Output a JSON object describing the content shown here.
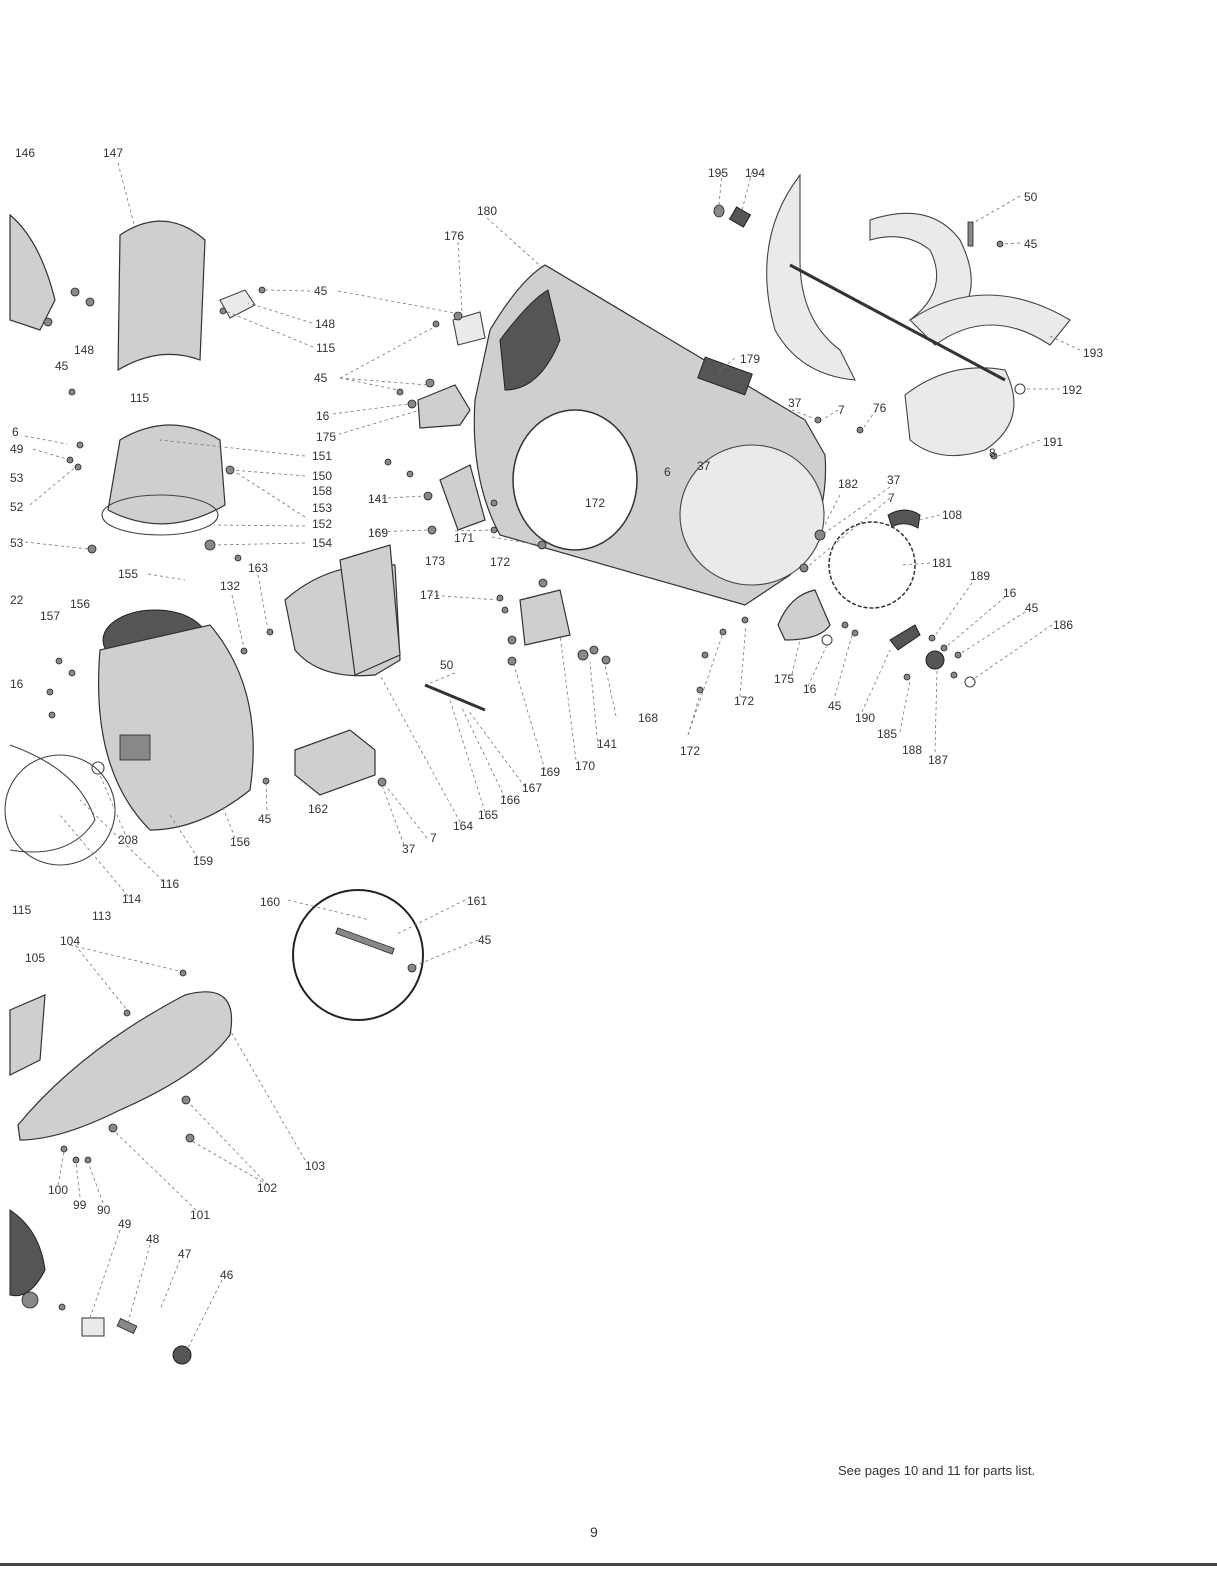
{
  "labels": {
    "l146": "146",
    "l147": "147",
    "l148a": "148",
    "l45a": "45",
    "l115a": "115",
    "l45b": "45",
    "l148b": "148",
    "l115b": "115",
    "l6a": "6",
    "l49a": "49",
    "l53a": "53",
    "l52": "52",
    "l53b": "53",
    "l151": "151",
    "l150": "150",
    "l158a": "158",
    "l153": "153",
    "l152": "152",
    "l154": "154",
    "l155": "155",
    "l132": "132",
    "l163": "163",
    "l22": "22",
    "l157": "157",
    "l156a": "156",
    "l16a": "16",
    "l208": "208",
    "l156b": "156",
    "l159": "159",
    "l116": "116",
    "l114": "114",
    "l115c": "115",
    "l113": "113",
    "l160": "160",
    "l161": "161",
    "l45c": "45",
    "l104": "104",
    "l105": "105",
    "l103": "103",
    "l102": "102",
    "l101": "101",
    "l100": "100",
    "l99": "99",
    "l90": "90",
    "l49b": "49",
    "l48": "48",
    "l47": "47",
    "l46": "46",
    "l180": "180",
    "l176": "176",
    "l45d": "45",
    "l16b": "16",
    "l175a": "175",
    "l141a": "141",
    "l169a": "169",
    "l171a": "171",
    "l173": "173",
    "l172a": "172",
    "l179": "179",
    "l172b": "172",
    "l6b": "6",
    "l37a": "37",
    "l37b": "37",
    "l7a": "7",
    "l76": "76",
    "l37c": "37",
    "l7b": "7",
    "l182": "182",
    "l108": "108",
    "l181": "181",
    "l189": "189",
    "l16c": "16",
    "l45e": "45",
    "l186": "186",
    "l175b": "175",
    "l16d": "16",
    "l45f": "45",
    "l190": "190",
    "l185": "185",
    "l188": "188",
    "l187": "187",
    "l171b": "171",
    "l172c": "172",
    "l172d": "172",
    "l141b": "141",
    "l168": "168",
    "l170": "170",
    "l169b": "169",
    "l167": "167",
    "l166": "166",
    "l165": "165",
    "l164": "164",
    "l50a": "50",
    "l162": "162",
    "l45g": "45",
    "l37d": "37",
    "l7c": "7",
    "l195": "195",
    "l194": "194",
    "l50b": "50",
    "l45h": "45",
    "l193": "193",
    "l192": "192",
    "l8": "8",
    "l191": "191"
  },
  "footer": {
    "note": "See pages 10 and 11 for parts list.",
    "page": "9"
  }
}
